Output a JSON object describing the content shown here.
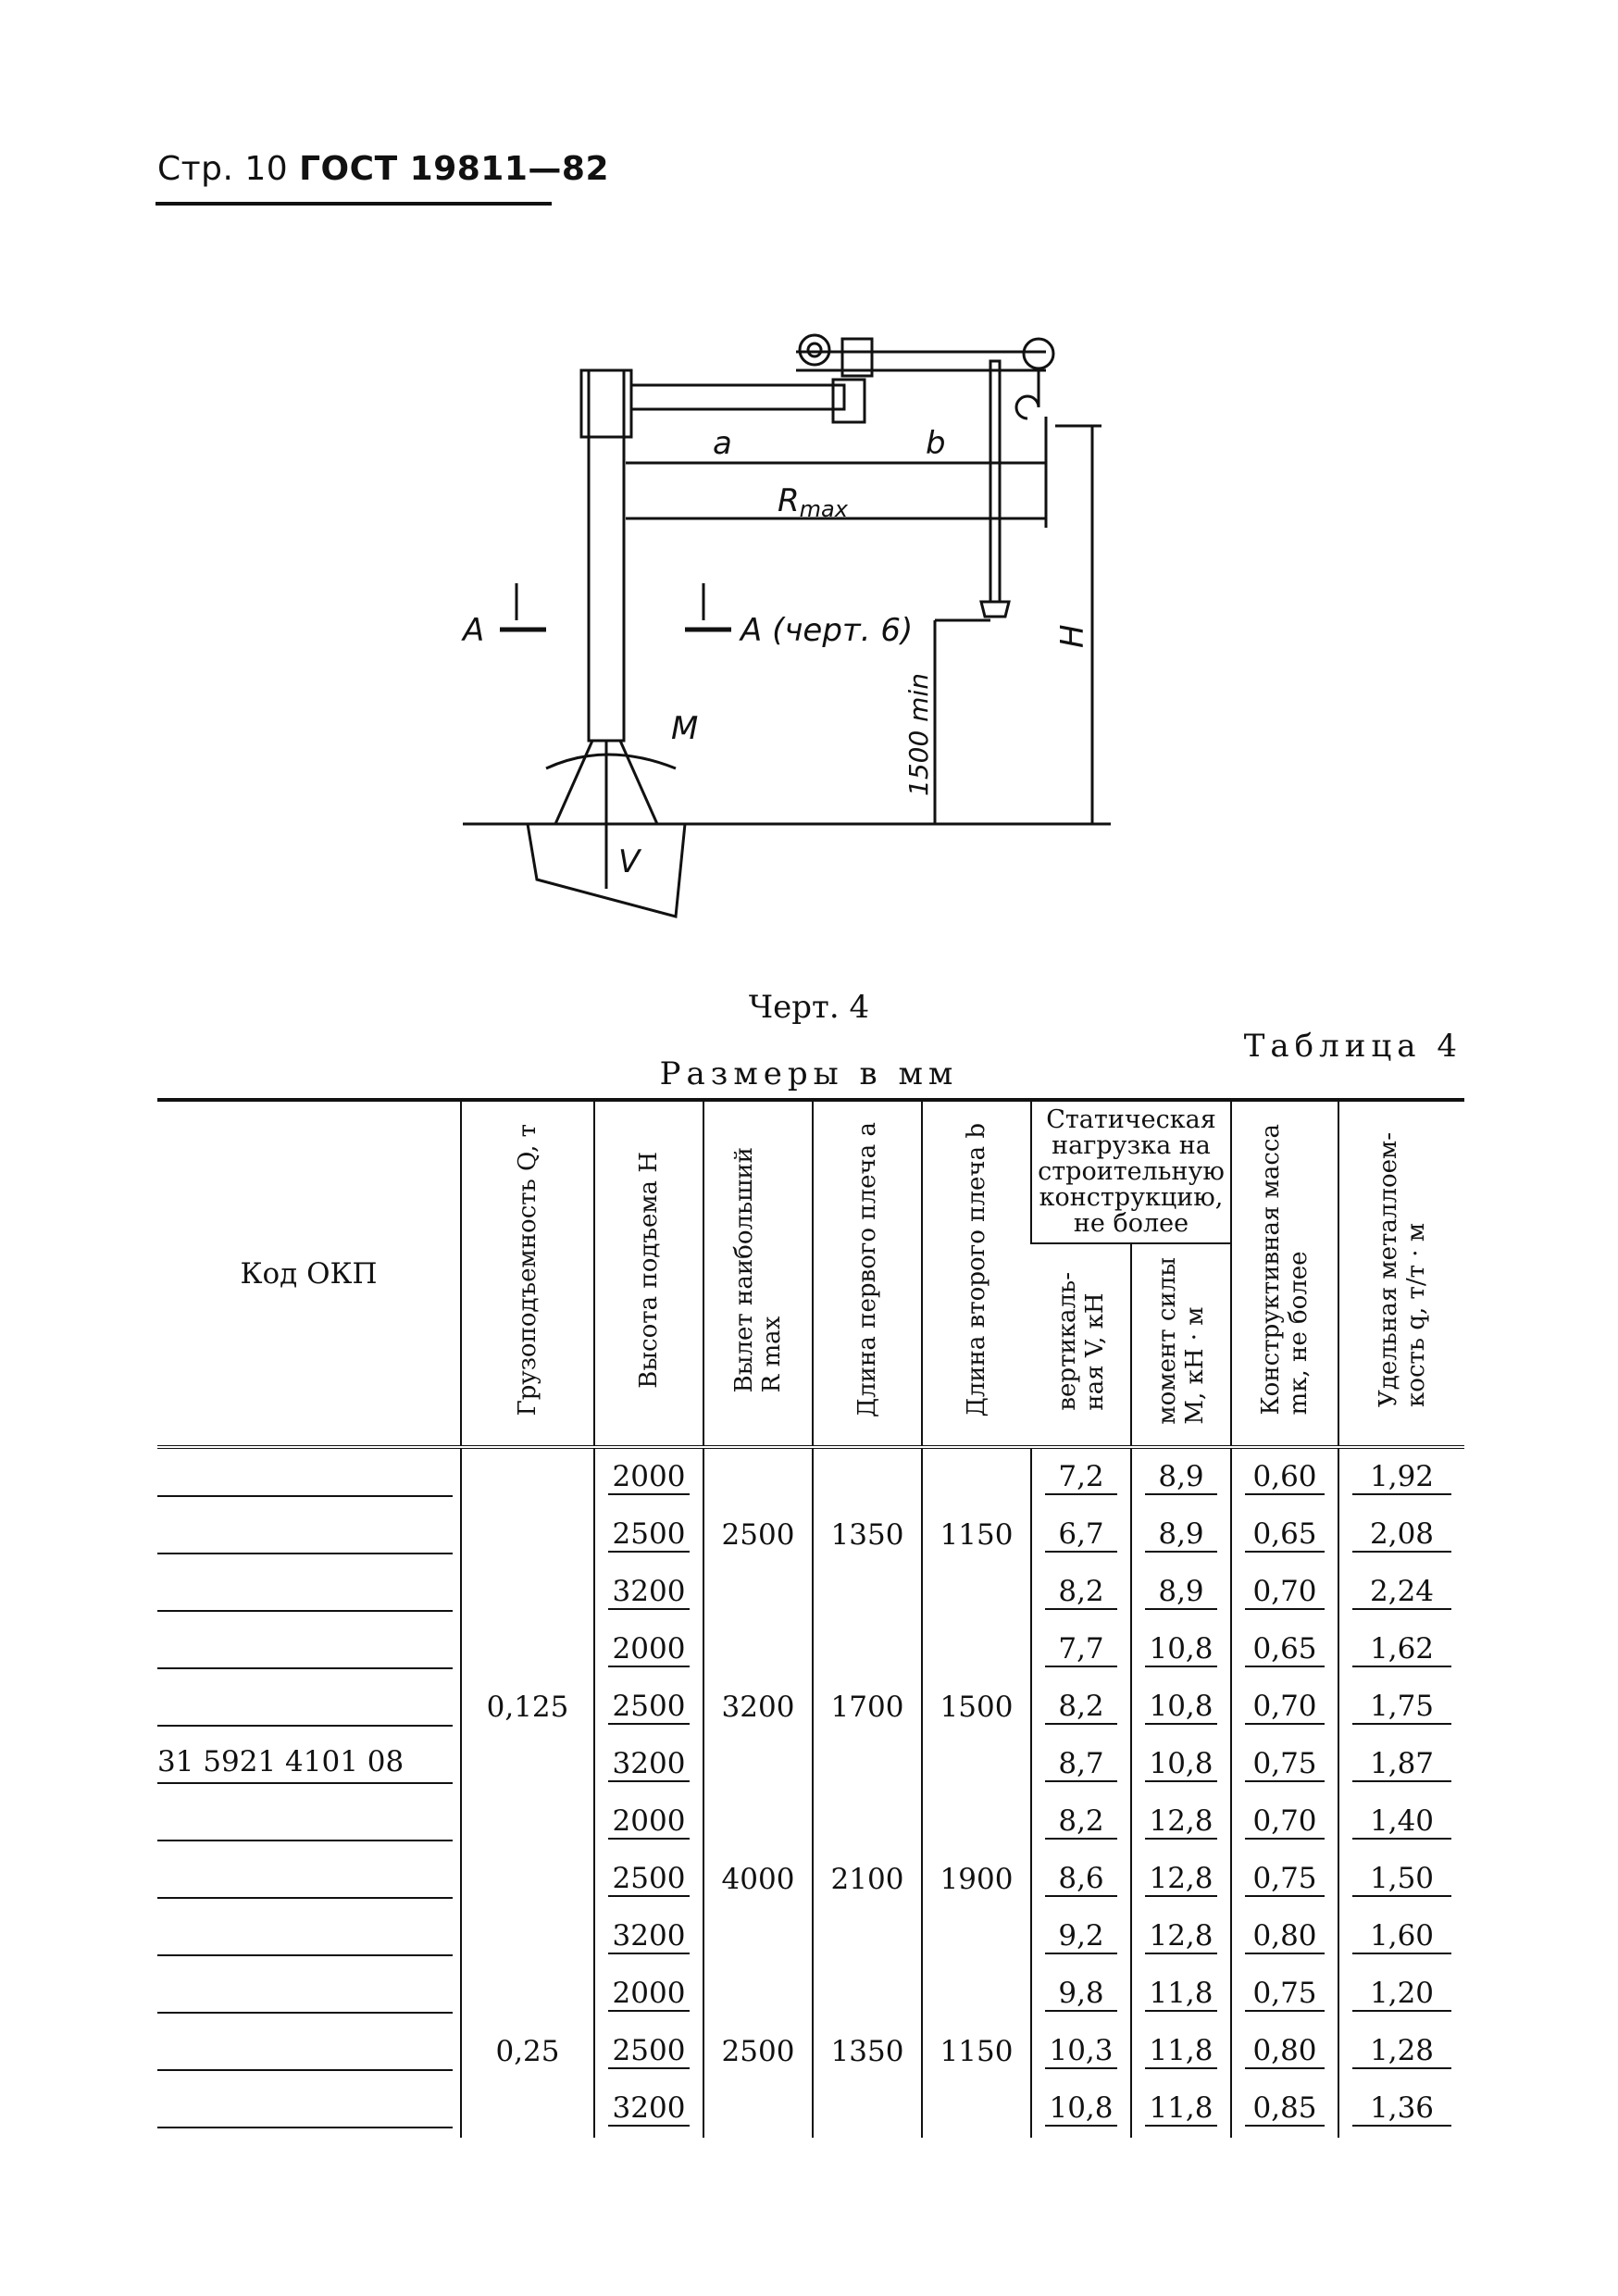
{
  "header": {
    "prefix": "Стр. 10",
    "standard": "ГОСТ 19811—82"
  },
  "drawing": {
    "labels": {
      "a": "a",
      "b": "b",
      "rmax": "R",
      "rmax_sub": "max",
      "section_left": "A",
      "section_right": "A (черт. 6)",
      "moment": "M",
      "vertical": "V",
      "height": "H",
      "min_height": "1500 min"
    }
  },
  "caption": "Черт. 4",
  "table_title": "Таблица 4",
  "units": "Размеры в мм",
  "table": {
    "headers": {
      "code": "Код ОКП",
      "capacity": "Грузоподъемность Q, т",
      "height": "Высота подъема H",
      "reach": "Вылет наибольший\nR max",
      "arm1": "Длина первого плеча a",
      "arm2": "Длина второго плеча b",
      "static_group": "Статическая нагрузка на строительную конструкцию, не более",
      "vertical": "вертикаль-\nная V, кН",
      "moment": "момент силы\nM, кН · м",
      "mass": "Конструктивная масса\nmк, не более",
      "specific": "Удельная металлоем-\nкость q, т/т · м"
    },
    "code_value": "31 5921 4101 08",
    "groups": [
      {
        "capacity": "0,125",
        "blocks": [
          {
            "reach": "2500",
            "arm1": "1350",
            "arm2": "1150",
            "rows": [
              {
                "height": "2000",
                "v": "7,2",
                "m": "8,9",
                "mass": "0,60",
                "q": "1,92"
              },
              {
                "height": "2500",
                "v": "6,7",
                "m": "8,9",
                "mass": "0,65",
                "q": "2,08"
              },
              {
                "height": "3200",
                "v": "8,2",
                "m": "8,9",
                "mass": "0,70",
                "q": "2,24"
              }
            ]
          },
          {
            "reach": "3200",
            "arm1": "1700",
            "arm2": "1500",
            "rows": [
              {
                "height": "2000",
                "v": "7,7",
                "m": "10,8",
                "mass": "0,65",
                "q": "1,62"
              },
              {
                "height": "2500",
                "v": "8,2",
                "m": "10,8",
                "mass": "0,70",
                "q": "1,75"
              },
              {
                "height": "3200",
                "v": "8,7",
                "m": "10,8",
                "mass": "0,75",
                "q": "1,87"
              }
            ]
          },
          {
            "reach": "4000",
            "arm1": "2100",
            "arm2": "1900",
            "rows": [
              {
                "height": "2000",
                "v": "8,2",
                "m": "12,8",
                "mass": "0,70",
                "q": "1,40"
              },
              {
                "height": "2500",
                "v": "8,6",
                "m": "12,8",
                "mass": "0,75",
                "q": "1,50"
              },
              {
                "height": "3200",
                "v": "9,2",
                "m": "12,8",
                "mass": "0,80",
                "q": "1,60"
              }
            ]
          }
        ]
      },
      {
        "capacity": "0,25",
        "blocks": [
          {
            "reach": "2500",
            "arm1": "1350",
            "arm2": "1150",
            "rows": [
              {
                "height": "2000",
                "v": "9,8",
                "m": "11,8",
                "mass": "0,75",
                "q": "1,20"
              },
              {
                "height": "2500",
                "v": "10,3",
                "m": "11,8",
                "mass": "0,80",
                "q": "1,28"
              },
              {
                "height": "3200",
                "v": "10,8",
                "m": "11,8",
                "mass": "0,85",
                "q": "1,36"
              }
            ]
          }
        ]
      }
    ]
  }
}
